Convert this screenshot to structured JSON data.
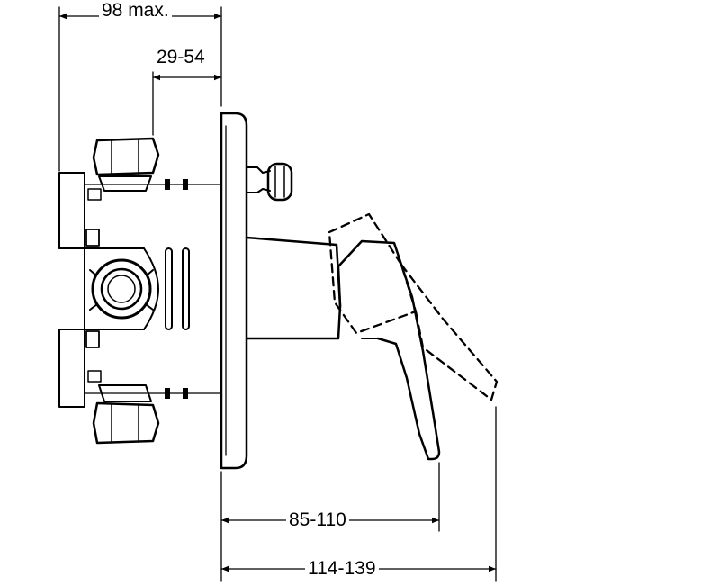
{
  "dimensions": {
    "overall_depth": "98 max.",
    "wall_range": "29-54",
    "handle_projection": "85-110",
    "handle_extended_projection": "114-139"
  }
}
